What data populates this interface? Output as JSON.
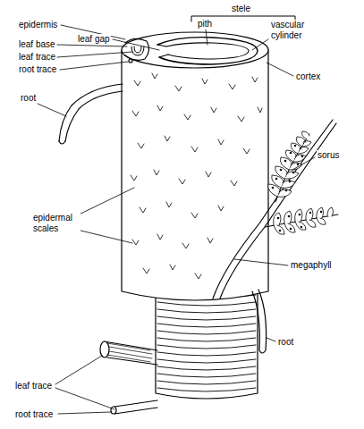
{
  "diagram": {
    "labels": [
      "stele",
      "epidermis",
      "pith",
      "vascular cylinder",
      "leaf gap",
      "leaf base",
      "leaf trace",
      "root trace",
      "cortex",
      "root",
      "sorus",
      "epidermal scales",
      "megaphyll",
      "root",
      "leaf trace",
      "root trace"
    ]
  }
}
